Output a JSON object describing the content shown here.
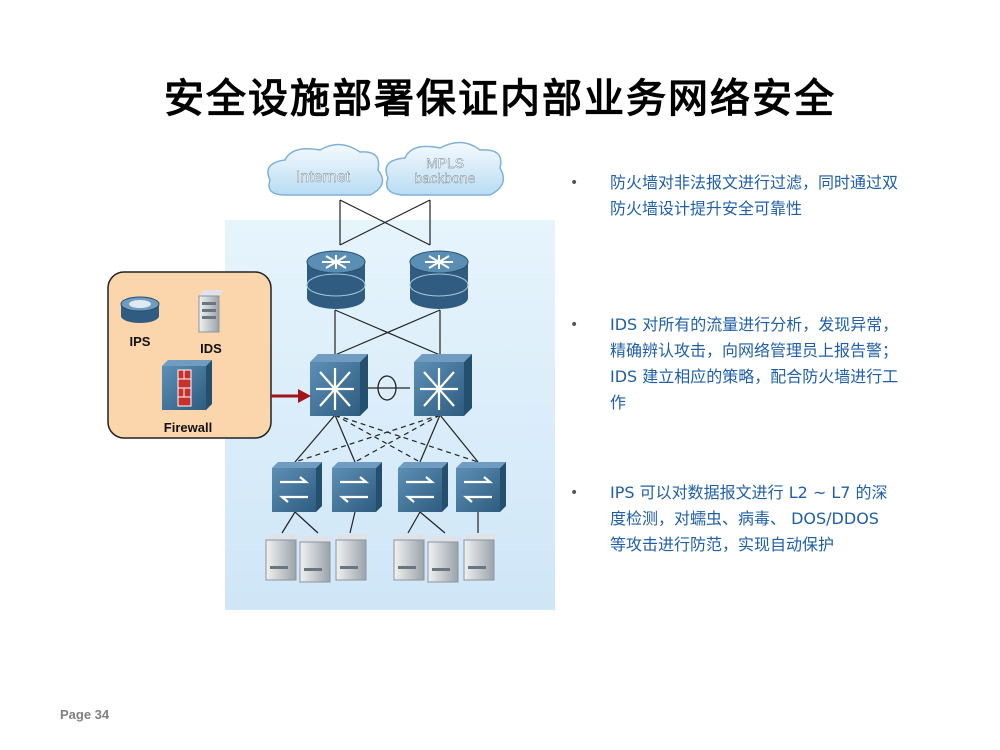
{
  "slide": {
    "title": "安全设施部署保证内部业务网络安全",
    "page_label": "Page 34"
  },
  "diagram": {
    "cloud_internet": "Internet",
    "cloud_mpls_line1": "MPLS",
    "cloud_mpls_line2": "backbone",
    "inset_ips": "IPS",
    "inset_ids": "IDS",
    "inset_firewall": "Firewall",
    "colors": {
      "panel": "#dbeefa",
      "inset": "#fbd5ab",
      "device": "#3d6f95",
      "arrow": "#a0151c"
    }
  },
  "bullets": [
    {
      "text": "防火墙对非法报文进行过滤，同时通过双防火墙设计提升安全可靠性"
    },
    {
      "text": "IDS 对所有的流量进行分析，发现异常，精确辨认攻击，向网络管理员上报告警； IDS 建立相应的策略，配合防火墙进行工作"
    },
    {
      "text": "IPS 可以对数据报文进行 L2 ~ L7 的深度检测，对蠕虫、病毒、 DOS/DDOS 等攻击进行防范，实现自动保护"
    }
  ]
}
